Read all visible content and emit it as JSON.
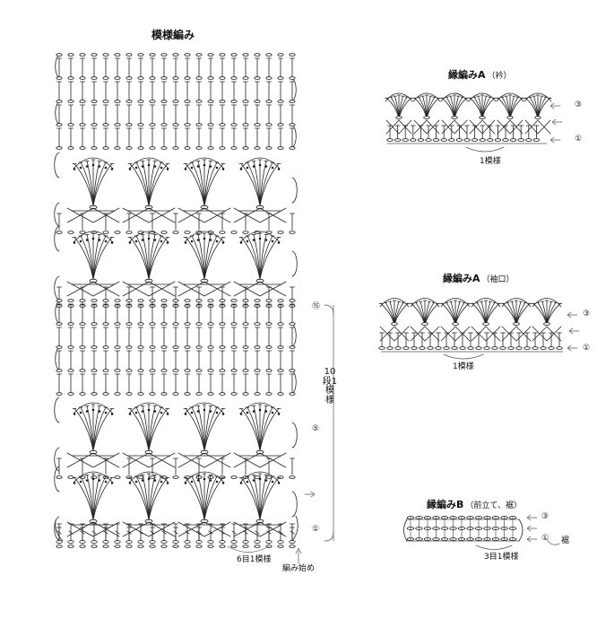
{
  "titles": {
    "main": "模様編み",
    "edge_a_collar_main": "縁編みA",
    "edge_a_collar_paren": "（衿）",
    "edge_a_cuff_main": "縁編みA",
    "edge_a_cuff_paren": "（袖口）",
    "edge_b_main": "縁編みB",
    "edge_b_paren": "（前立て、裾）"
  },
  "labels": {
    "main_repeat_rows": "10段1模様",
    "main_repeat_stitches": "6目1模様",
    "start": "編み始め",
    "edge_a_repeat": "1模様",
    "edge_b_repeat": "3目1模様",
    "edge_b_side": "裾"
  },
  "row_markers": {
    "main_15": "⑮",
    "main_5": "⑤",
    "main_1": "①",
    "edge_a_3": "③",
    "edge_a_1": "①",
    "edge_a2_3": "③",
    "edge_a2_1": "①",
    "edge_b_3": "③",
    "edge_b_1": "①"
  }
}
